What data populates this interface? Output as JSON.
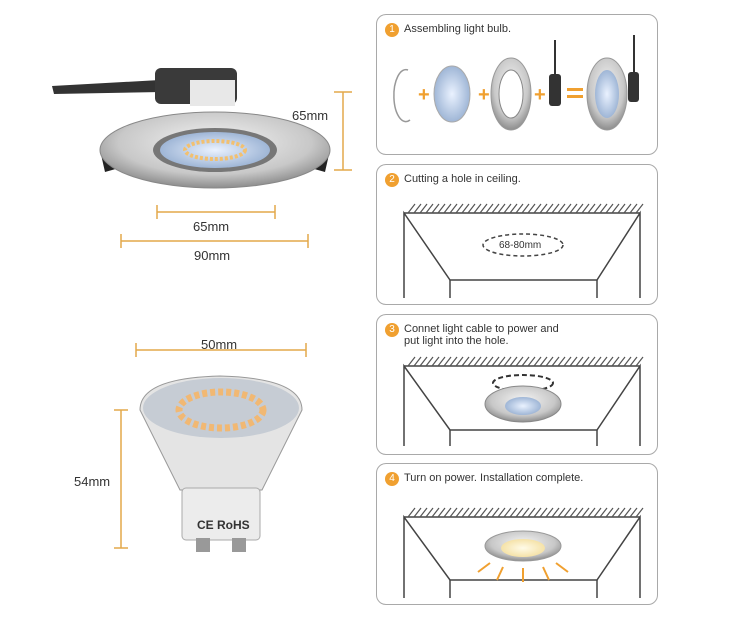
{
  "dimensions": {
    "fixture_height": "65mm",
    "fixture_hole": "65mm",
    "fixture_diameter": "90mm",
    "bulb_width": "50mm",
    "bulb_height": "54mm"
  },
  "bulb_marking": "CE RoHS",
  "steps": [
    {
      "number": "1",
      "text": "Assembling light bulb."
    },
    {
      "number": "2",
      "text": "Cutting a hole in ceiling.",
      "hole_label": "68-80mm"
    },
    {
      "number": "3",
      "text": "Connet light cable to power and put light into the hole."
    },
    {
      "number": "4",
      "text": "Turn on power. Installation complete."
    }
  ],
  "colors": {
    "accent": "#f0a030",
    "dimension_line": "#e3a94a",
    "border": "#a9a9a9"
  }
}
